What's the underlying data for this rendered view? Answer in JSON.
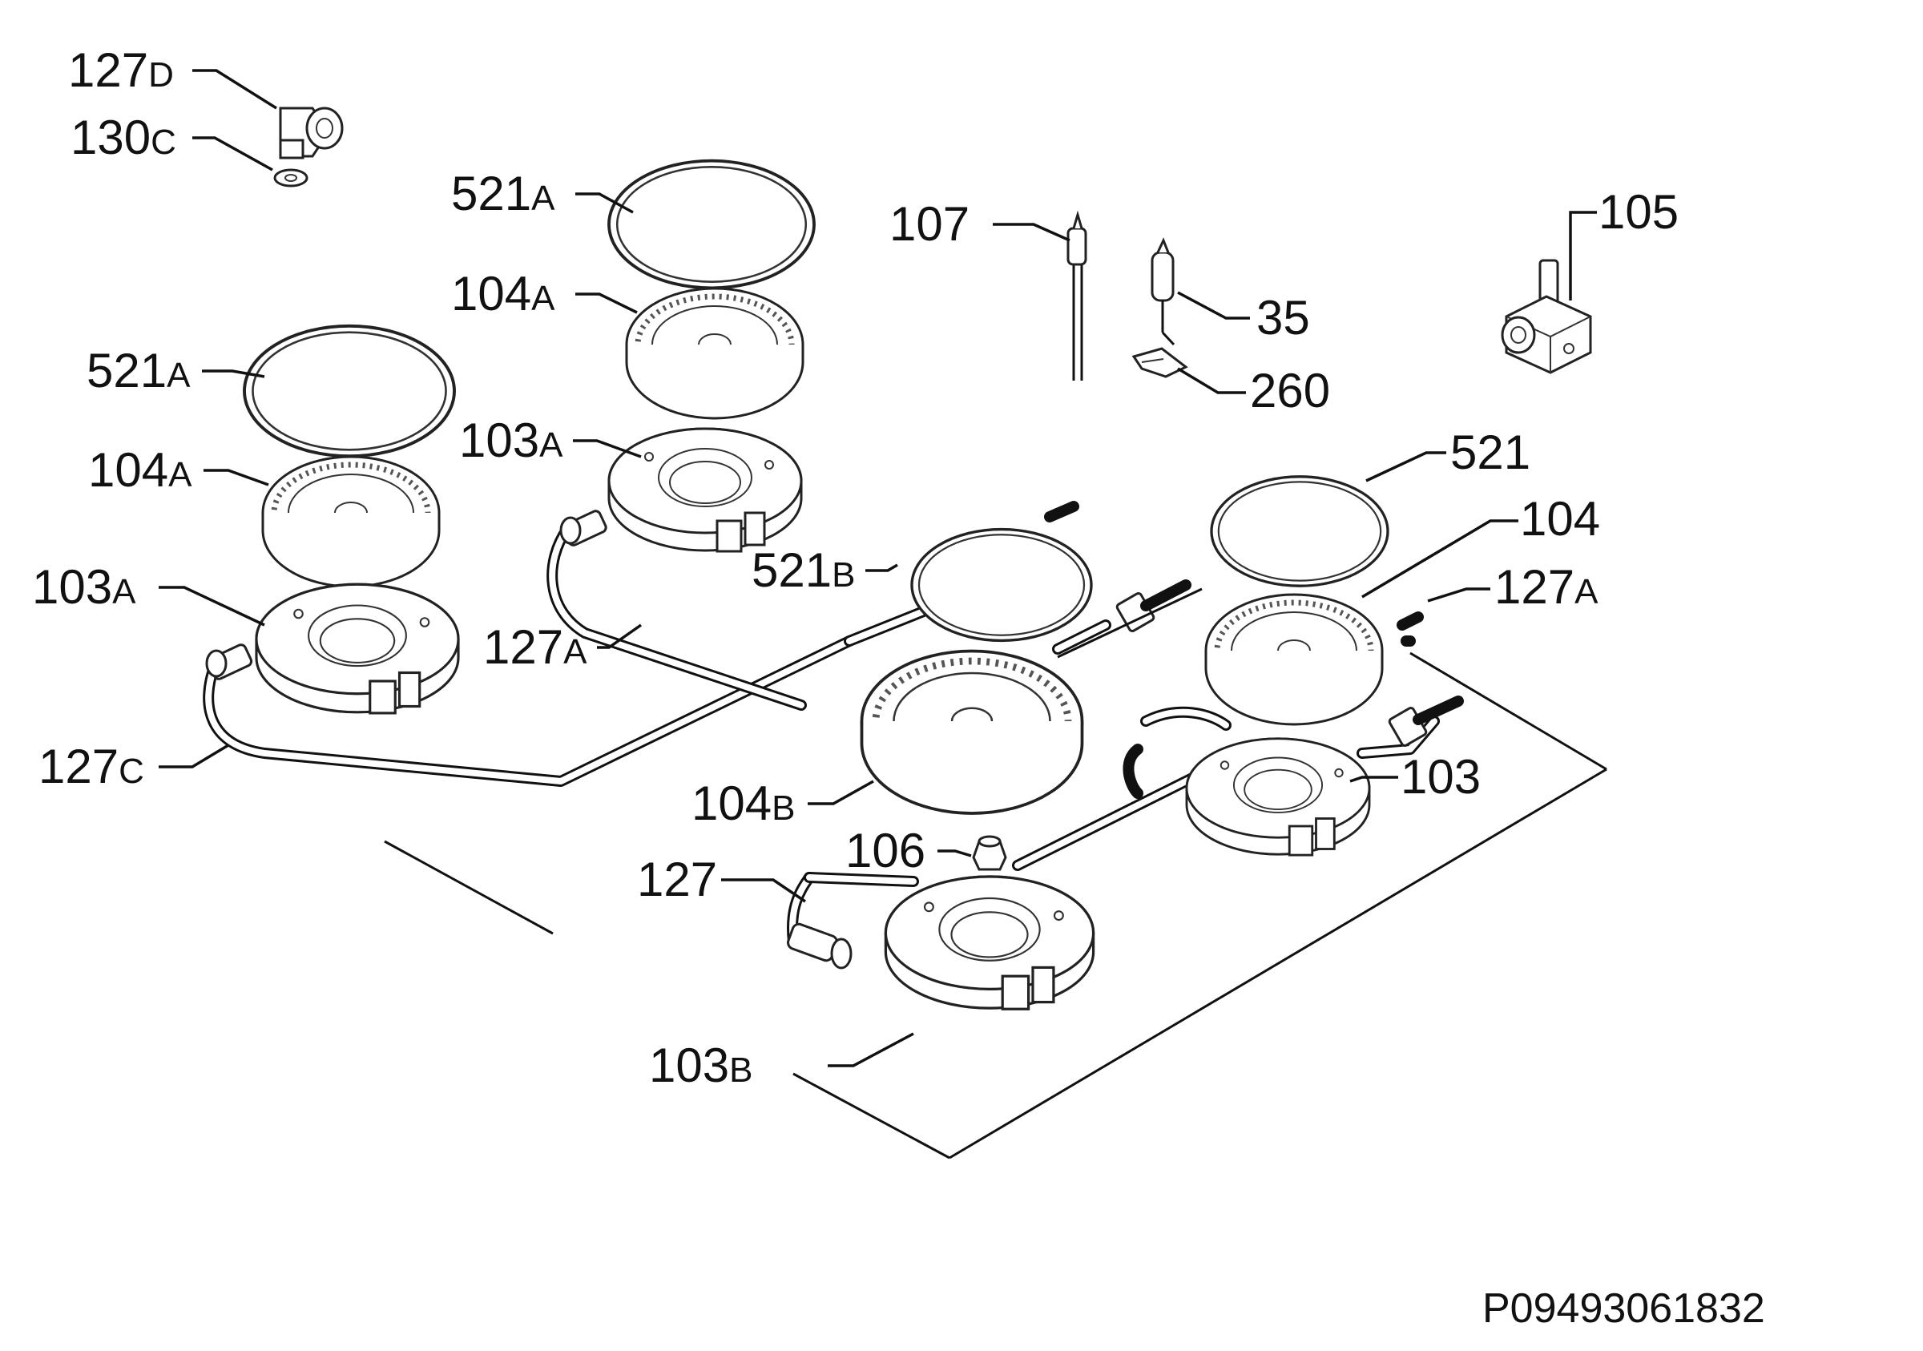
{
  "drawing_code": "P09493061832",
  "labels": {
    "l127d": {
      "num": "127",
      "sfx": "D"
    },
    "l130c": {
      "num": "130",
      "sfx": "C"
    },
    "l521a_top": {
      "num": "521",
      "sfx": "A"
    },
    "l104a_top": {
      "num": "104",
      "sfx": "A"
    },
    "l103a_top": {
      "num": "103",
      "sfx": "A"
    },
    "l521a_left": {
      "num": "521",
      "sfx": "A"
    },
    "l104a_left": {
      "num": "104",
      "sfx": "A"
    },
    "l103a_left": {
      "num": "103",
      "sfx": "A"
    },
    "l127a_mid": {
      "num": "127",
      "sfx": "A"
    },
    "l127c": {
      "num": "127",
      "sfx": "C"
    },
    "l521b": {
      "num": "521",
      "sfx": "B"
    },
    "l104b": {
      "num": "104",
      "sfx": "B"
    },
    "l106": {
      "num": "106",
      "sfx": ""
    },
    "l127": {
      "num": "127",
      "sfx": ""
    },
    "l103b": {
      "num": "103",
      "sfx": "B"
    },
    "l107": {
      "num": "107",
      "sfx": ""
    },
    "l35": {
      "num": "35",
      "sfx": ""
    },
    "l260": {
      "num": "260",
      "sfx": ""
    },
    "l105": {
      "num": "105",
      "sfx": ""
    },
    "l521": {
      "num": "521",
      "sfx": ""
    },
    "l104": {
      "num": "104",
      "sfx": ""
    },
    "l127a_right": {
      "num": "127",
      "sfx": "A"
    },
    "l103": {
      "num": "103",
      "sfx": ""
    }
  }
}
